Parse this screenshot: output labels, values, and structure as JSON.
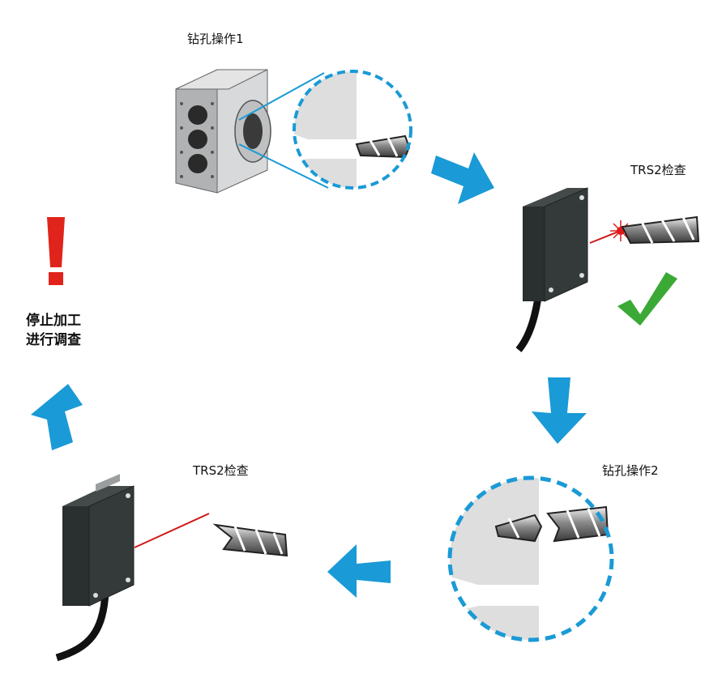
{
  "labels": {
    "drill_op_1": "钻孔操作1",
    "trs2_check_top": "TRS2检查",
    "drill_op_2": "钻孔操作2",
    "trs2_check_bottom": "TRS2检查",
    "stop_line1": "停止加工",
    "stop_line2": "进行调查"
  },
  "colors": {
    "arrow": "#1a9ad6",
    "dashed_circle": "#1a9ad6",
    "alert": "#e0241c",
    "check": "#3aa935",
    "laser": "#d01818",
    "sensor_body": "#2f3434",
    "cable": "#111111",
    "workpiece": "#b4b6b8"
  },
  "icons": [
    "exclamation-icon",
    "checkmark-icon",
    "arrow-right-icon",
    "arrow-down-icon",
    "arrow-left-icon",
    "arrow-up-icon"
  ]
}
